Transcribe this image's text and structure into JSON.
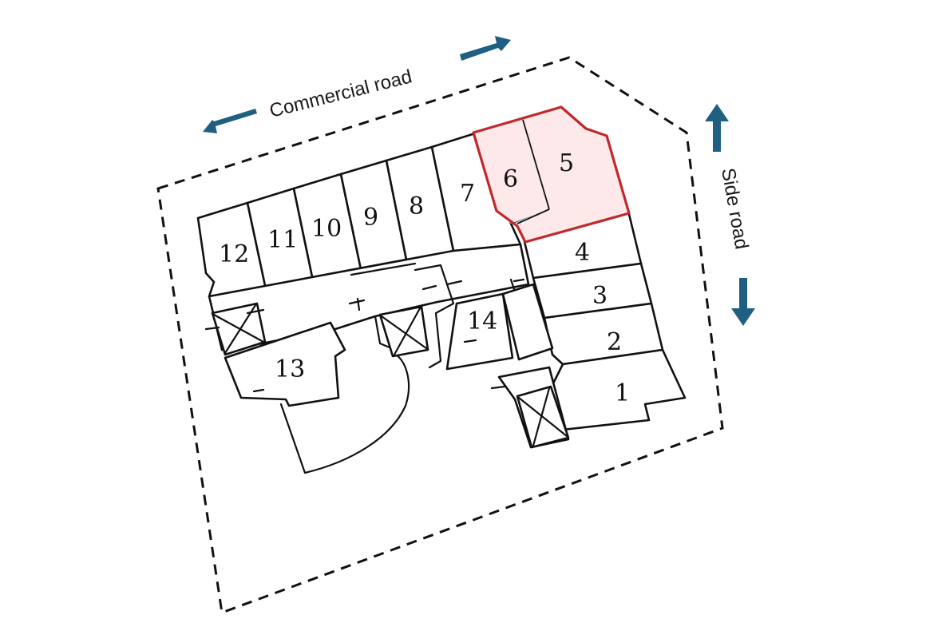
{
  "labels": {
    "commercial_road": "Commercial road",
    "side_road": "Side road"
  },
  "units": {
    "u1": "1",
    "u2": "2",
    "u3": "3",
    "u4": "4",
    "u5": "5",
    "u6": "6",
    "u7": "7",
    "u8": "8",
    "u9": "9",
    "u10": "10",
    "u11": "11",
    "u12": "12",
    "u13": "13",
    "u14": "14"
  },
  "highlight": {
    "units": [
      "5",
      "6"
    ],
    "stroke_color": "#c0282d",
    "fill_color": "#fde9e9"
  },
  "colors": {
    "arrow": "#1f5f82",
    "lines": "#111111"
  },
  "icons": {
    "road_direction": "double-headed-arrow",
    "stair_core": "crossed-box"
  }
}
